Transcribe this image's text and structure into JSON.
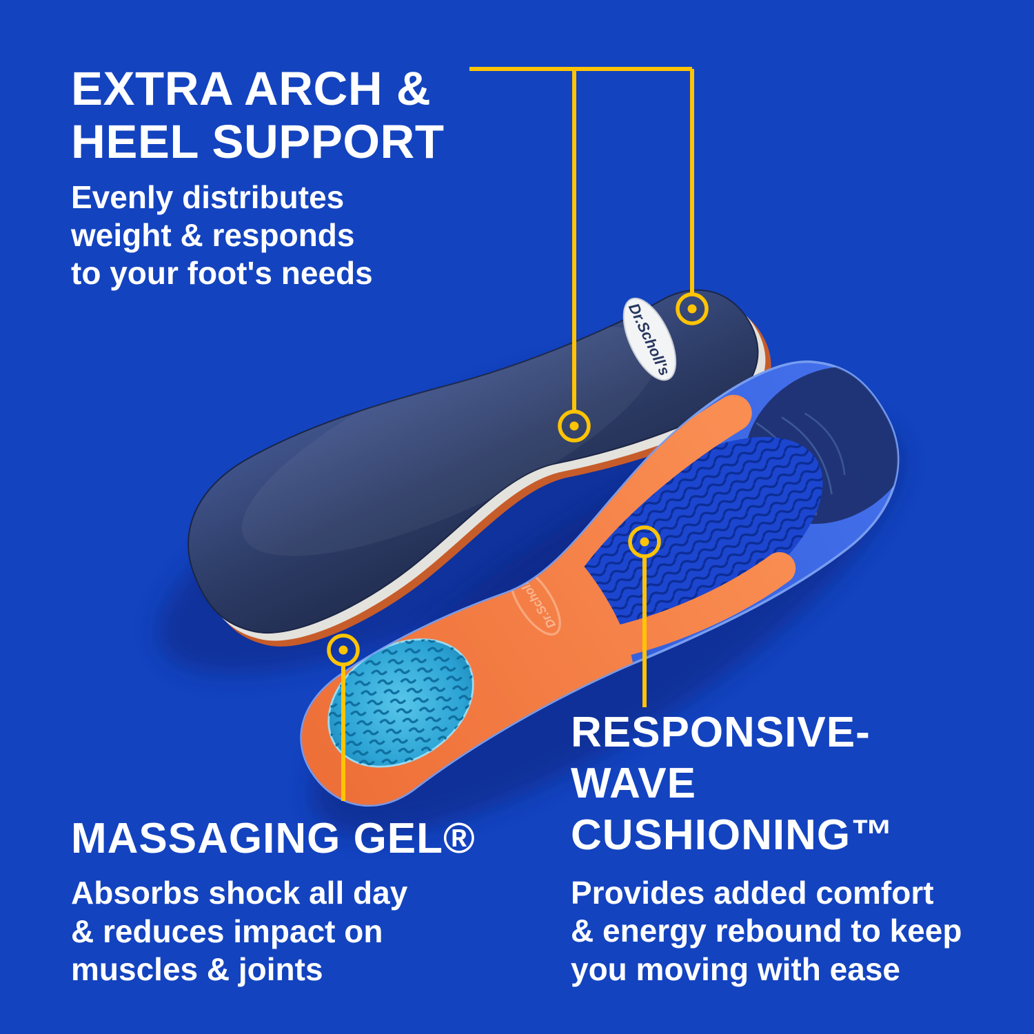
{
  "background": "#1343bf",
  "accent_yellow": "#ffc405",
  "text_color": "#ffffff",
  "brand_logo": "Dr.Scholl's",
  "sections": {
    "arch_heel": {
      "title": [
        "EXTRA ARCH &",
        "HEEL SUPPORT"
      ],
      "body": [
        "Evenly distributes",
        "weight & responds",
        "to your foot's needs"
      ]
    },
    "massaging_gel": {
      "title": [
        "MASSAGING GEL®"
      ],
      "body": [
        "Absorbs shock all day",
        "& reduces impact on",
        "muscles & joints"
      ]
    },
    "responsive_wave": {
      "title": [
        "RESPONSIVE-",
        "WAVE",
        "CUSHIONING™"
      ],
      "body": [
        "Provides added comfort",
        "& energy rebound to keep",
        "you moving with ease"
      ]
    }
  },
  "product_colors": {
    "insole_top_fabric": "#2e3c66",
    "insole_bottom_blue": "#2d5de4",
    "gel_orange": "#f2763f",
    "massaging_gel_teal": "#2aa3d4",
    "wave_pad_blue": "#1c46cf"
  }
}
